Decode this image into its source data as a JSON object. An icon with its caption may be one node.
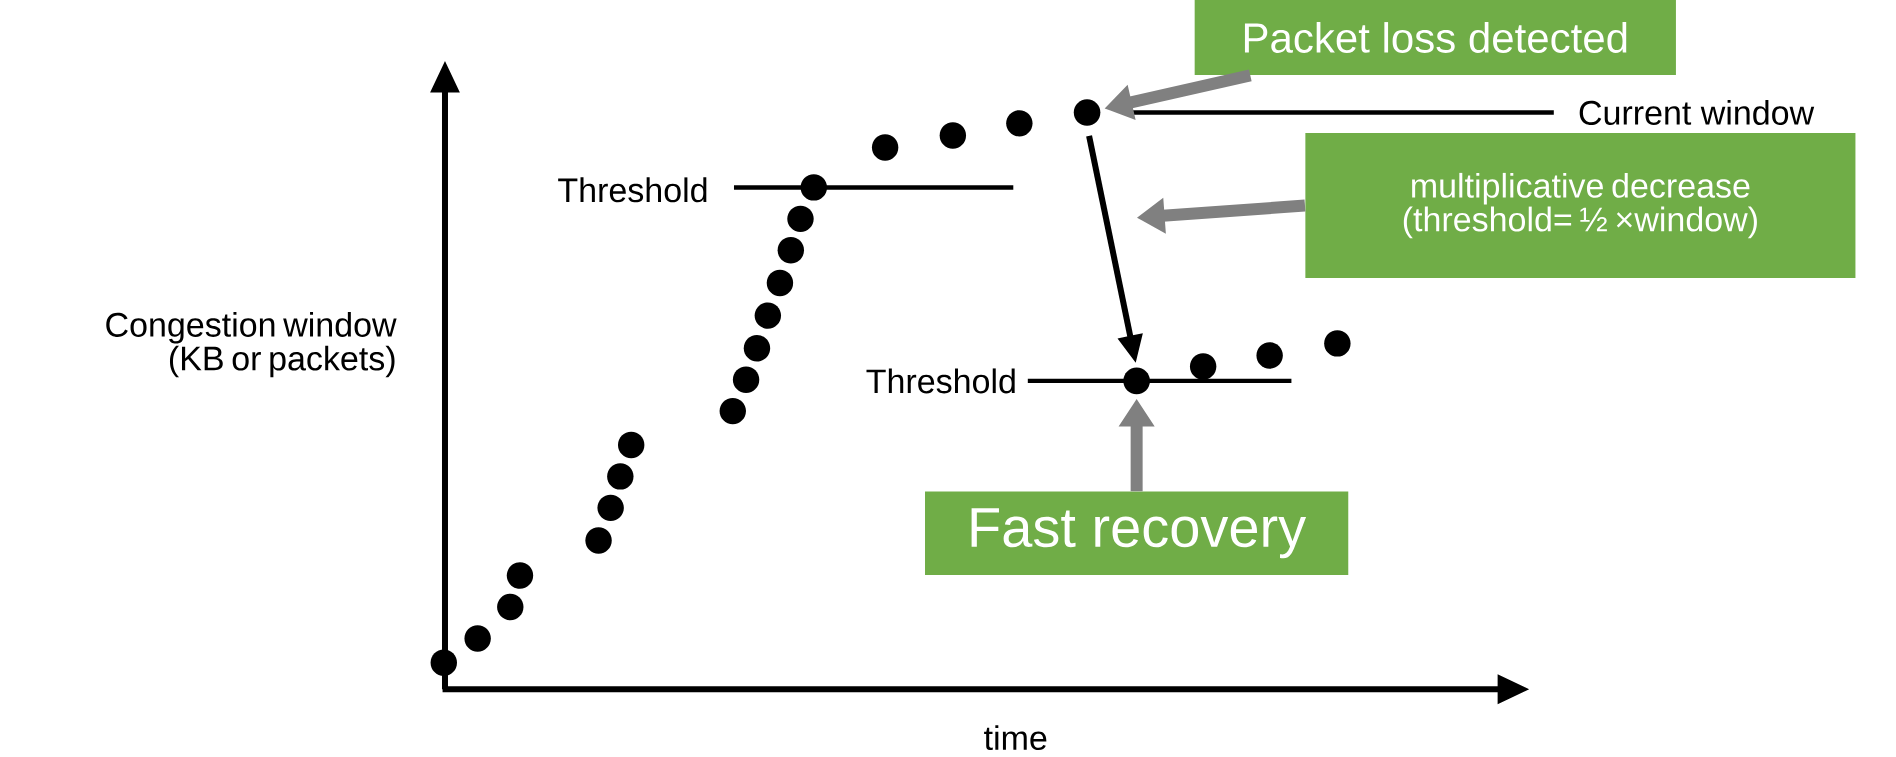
{
  "diagram": {
    "nodes": [
      {
        "text": [
          "Packet loss detected"
        ]
      },
      {
        "text": [
          "multiplicative decrease (threshold= ½ ×window)"
        ]
      },
      {
        "text": [
          "Fast recovery"
        ]
      },
      {
        "text": [],
        "shape": "circle"
      },
      {
        "text": [],
        "shape": "circle"
      }
    ],
    "edges": [
      {
        "from": 0,
        "to": 3,
        "arrow": "to"
      },
      {
        "from": 1,
        "to": null,
        "arrow": "to"
      },
      {
        "from": 2,
        "to": 4,
        "arrow": "to"
      },
      {
        "from": 3,
        "to": 4,
        "arrow": "to",
        "color": "#000000"
      }
    ],
    "labels": [
      "Current window",
      "Threshold",
      "Congestion window (KB or packets)",
      "Threshold",
      "time"
    ]
  }
}
